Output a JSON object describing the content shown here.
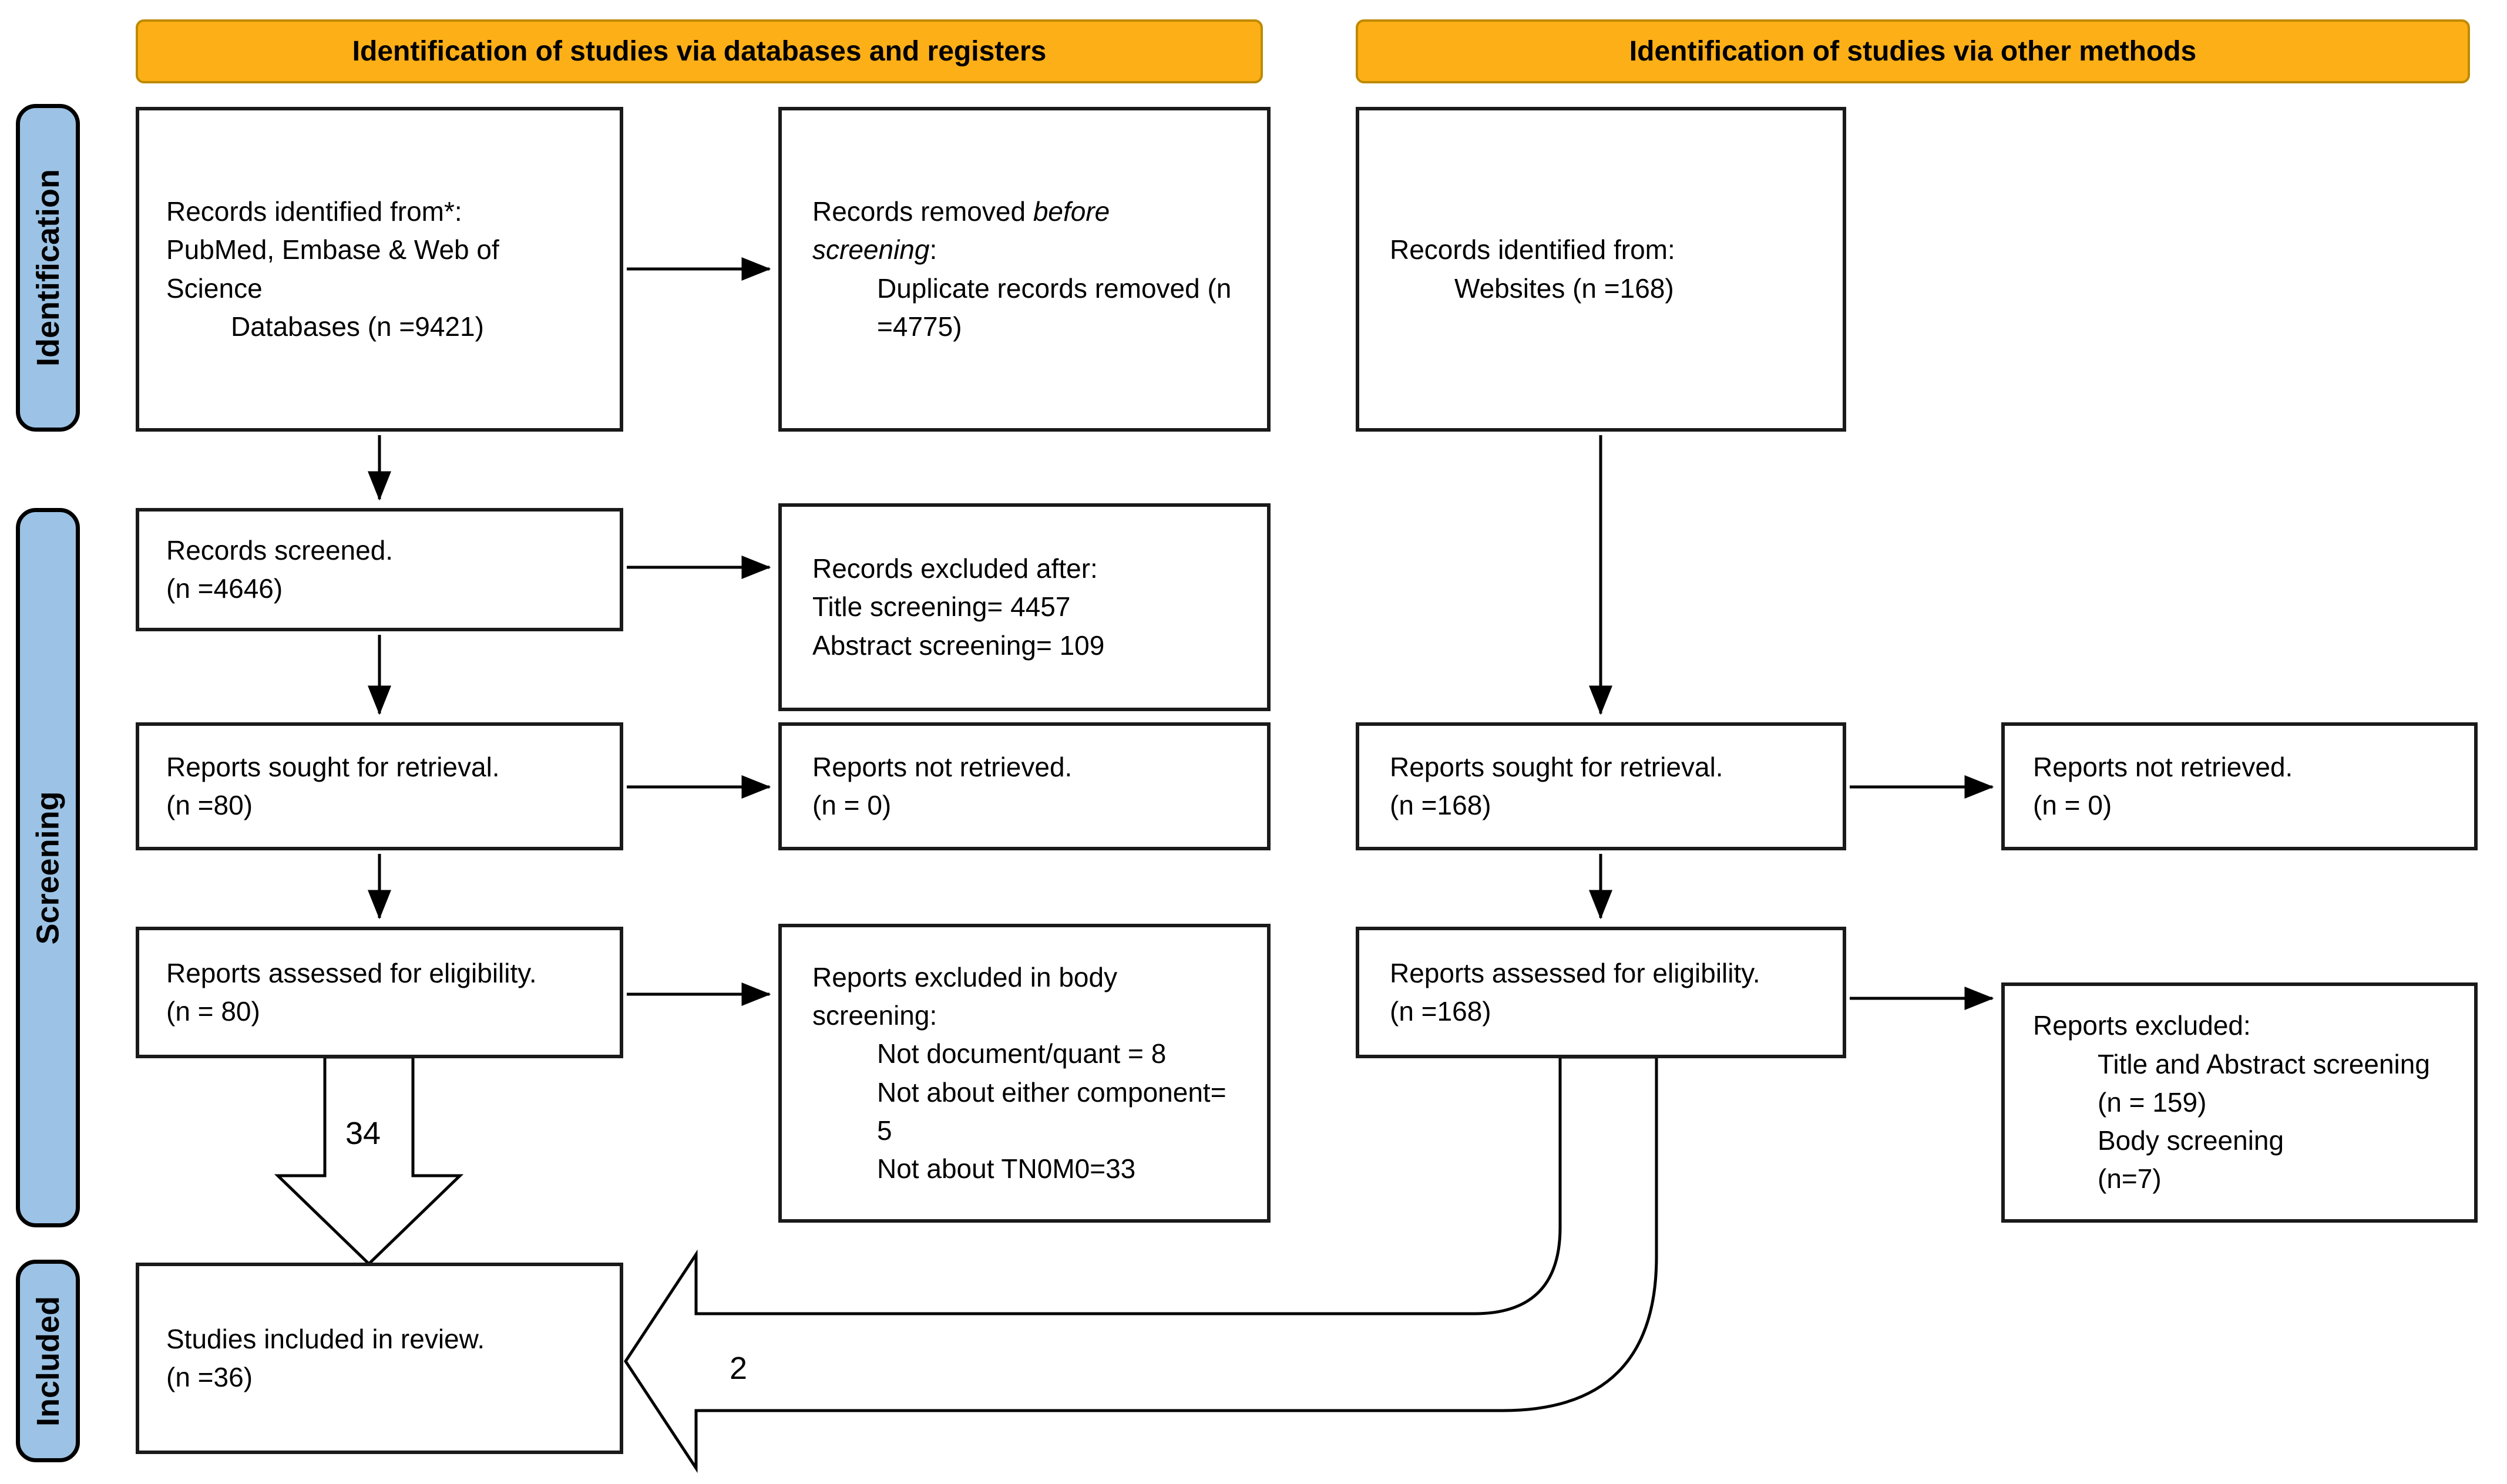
{
  "banners": {
    "databases": "Identification of studies via databases and registers",
    "other": "Identification of studies via other methods"
  },
  "sidebar": {
    "identification": "Identification",
    "screening": "Screening",
    "included": "Included"
  },
  "boxes": {
    "identified_db": {
      "lines": [
        "Records identified from*:",
        "PubMed, Embase & Web of",
        "Science",
        {
          "indent": 1,
          "t": "Databases (n =9421)"
        }
      ]
    },
    "removed_before": {
      "lines": [
        {
          "segs": [
            {
              "t": "Records removed "
            },
            {
              "t": "before",
              "i": true
            }
          ]
        },
        {
          "segs": [
            {
              "t": "screening",
              "i": true
            },
            {
              "t": ":"
            }
          ]
        },
        {
          "indent": 1,
          "t": "Duplicate records removed (n"
        },
        {
          "indent": 1,
          "t": "=4775)"
        }
      ]
    },
    "identified_web": {
      "lines": [
        "Records identified from:",
        {
          "indent": 1,
          "t": "Websites (n =168)"
        }
      ]
    },
    "screened": {
      "lines": [
        "Records screened.",
        "(n =4646)"
      ]
    },
    "excluded_after": {
      "lines": [
        "Records excluded after:",
        "Title screening= 4457",
        "Abstract screening= 109"
      ]
    },
    "sought_db": {
      "lines": [
        "Reports sought for retrieval.",
        "(n =80)"
      ]
    },
    "not_retrieved_db": {
      "lines": [
        "Reports not retrieved.",
        "(n = 0)"
      ]
    },
    "sought_other": {
      "lines": [
        "Reports sought for retrieval.",
        "(n =168)"
      ]
    },
    "not_retrieved_other": {
      "lines": [
        "Reports not retrieved.",
        "(n = 0)"
      ]
    },
    "assessed_db": {
      "lines": [
        "Reports assessed for eligibility.",
        "(n = 80)"
      ]
    },
    "excluded_body": {
      "lines": [
        "Reports excluded in body",
        "screening:",
        {
          "indent": 1,
          "t": "Not document/quant = 8"
        },
        {
          "indent": 1,
          "t": "Not about either component="
        },
        {
          "indent": 1,
          "t": "5"
        },
        {
          "indent": 1,
          "t": "Not about TN0M0=33"
        }
      ]
    },
    "assessed_other": {
      "lines": [
        "Reports assessed for eligibility.",
        "(n =168)"
      ]
    },
    "excluded_other": {
      "lines": [
        "Reports excluded:",
        {
          "indent": 1,
          "t": "Title and Abstract screening"
        },
        {
          "indent": 1,
          "t": "(n = 159)"
        },
        {
          "indent": 1,
          "t": "Body screening"
        },
        {
          "indent": 1,
          "t": "(n=7)"
        }
      ]
    },
    "included": {
      "lines": [
        "Studies included in review.",
        "(n =36)"
      ]
    }
  },
  "arrow_labels": {
    "included_from_db": "34",
    "included_from_other": "2"
  },
  "colors": {
    "banner_fill": "#FCAF17",
    "banner_border": "#BE8A00",
    "sidebar_fill": "#9CC3E5",
    "line": "#000000"
  }
}
